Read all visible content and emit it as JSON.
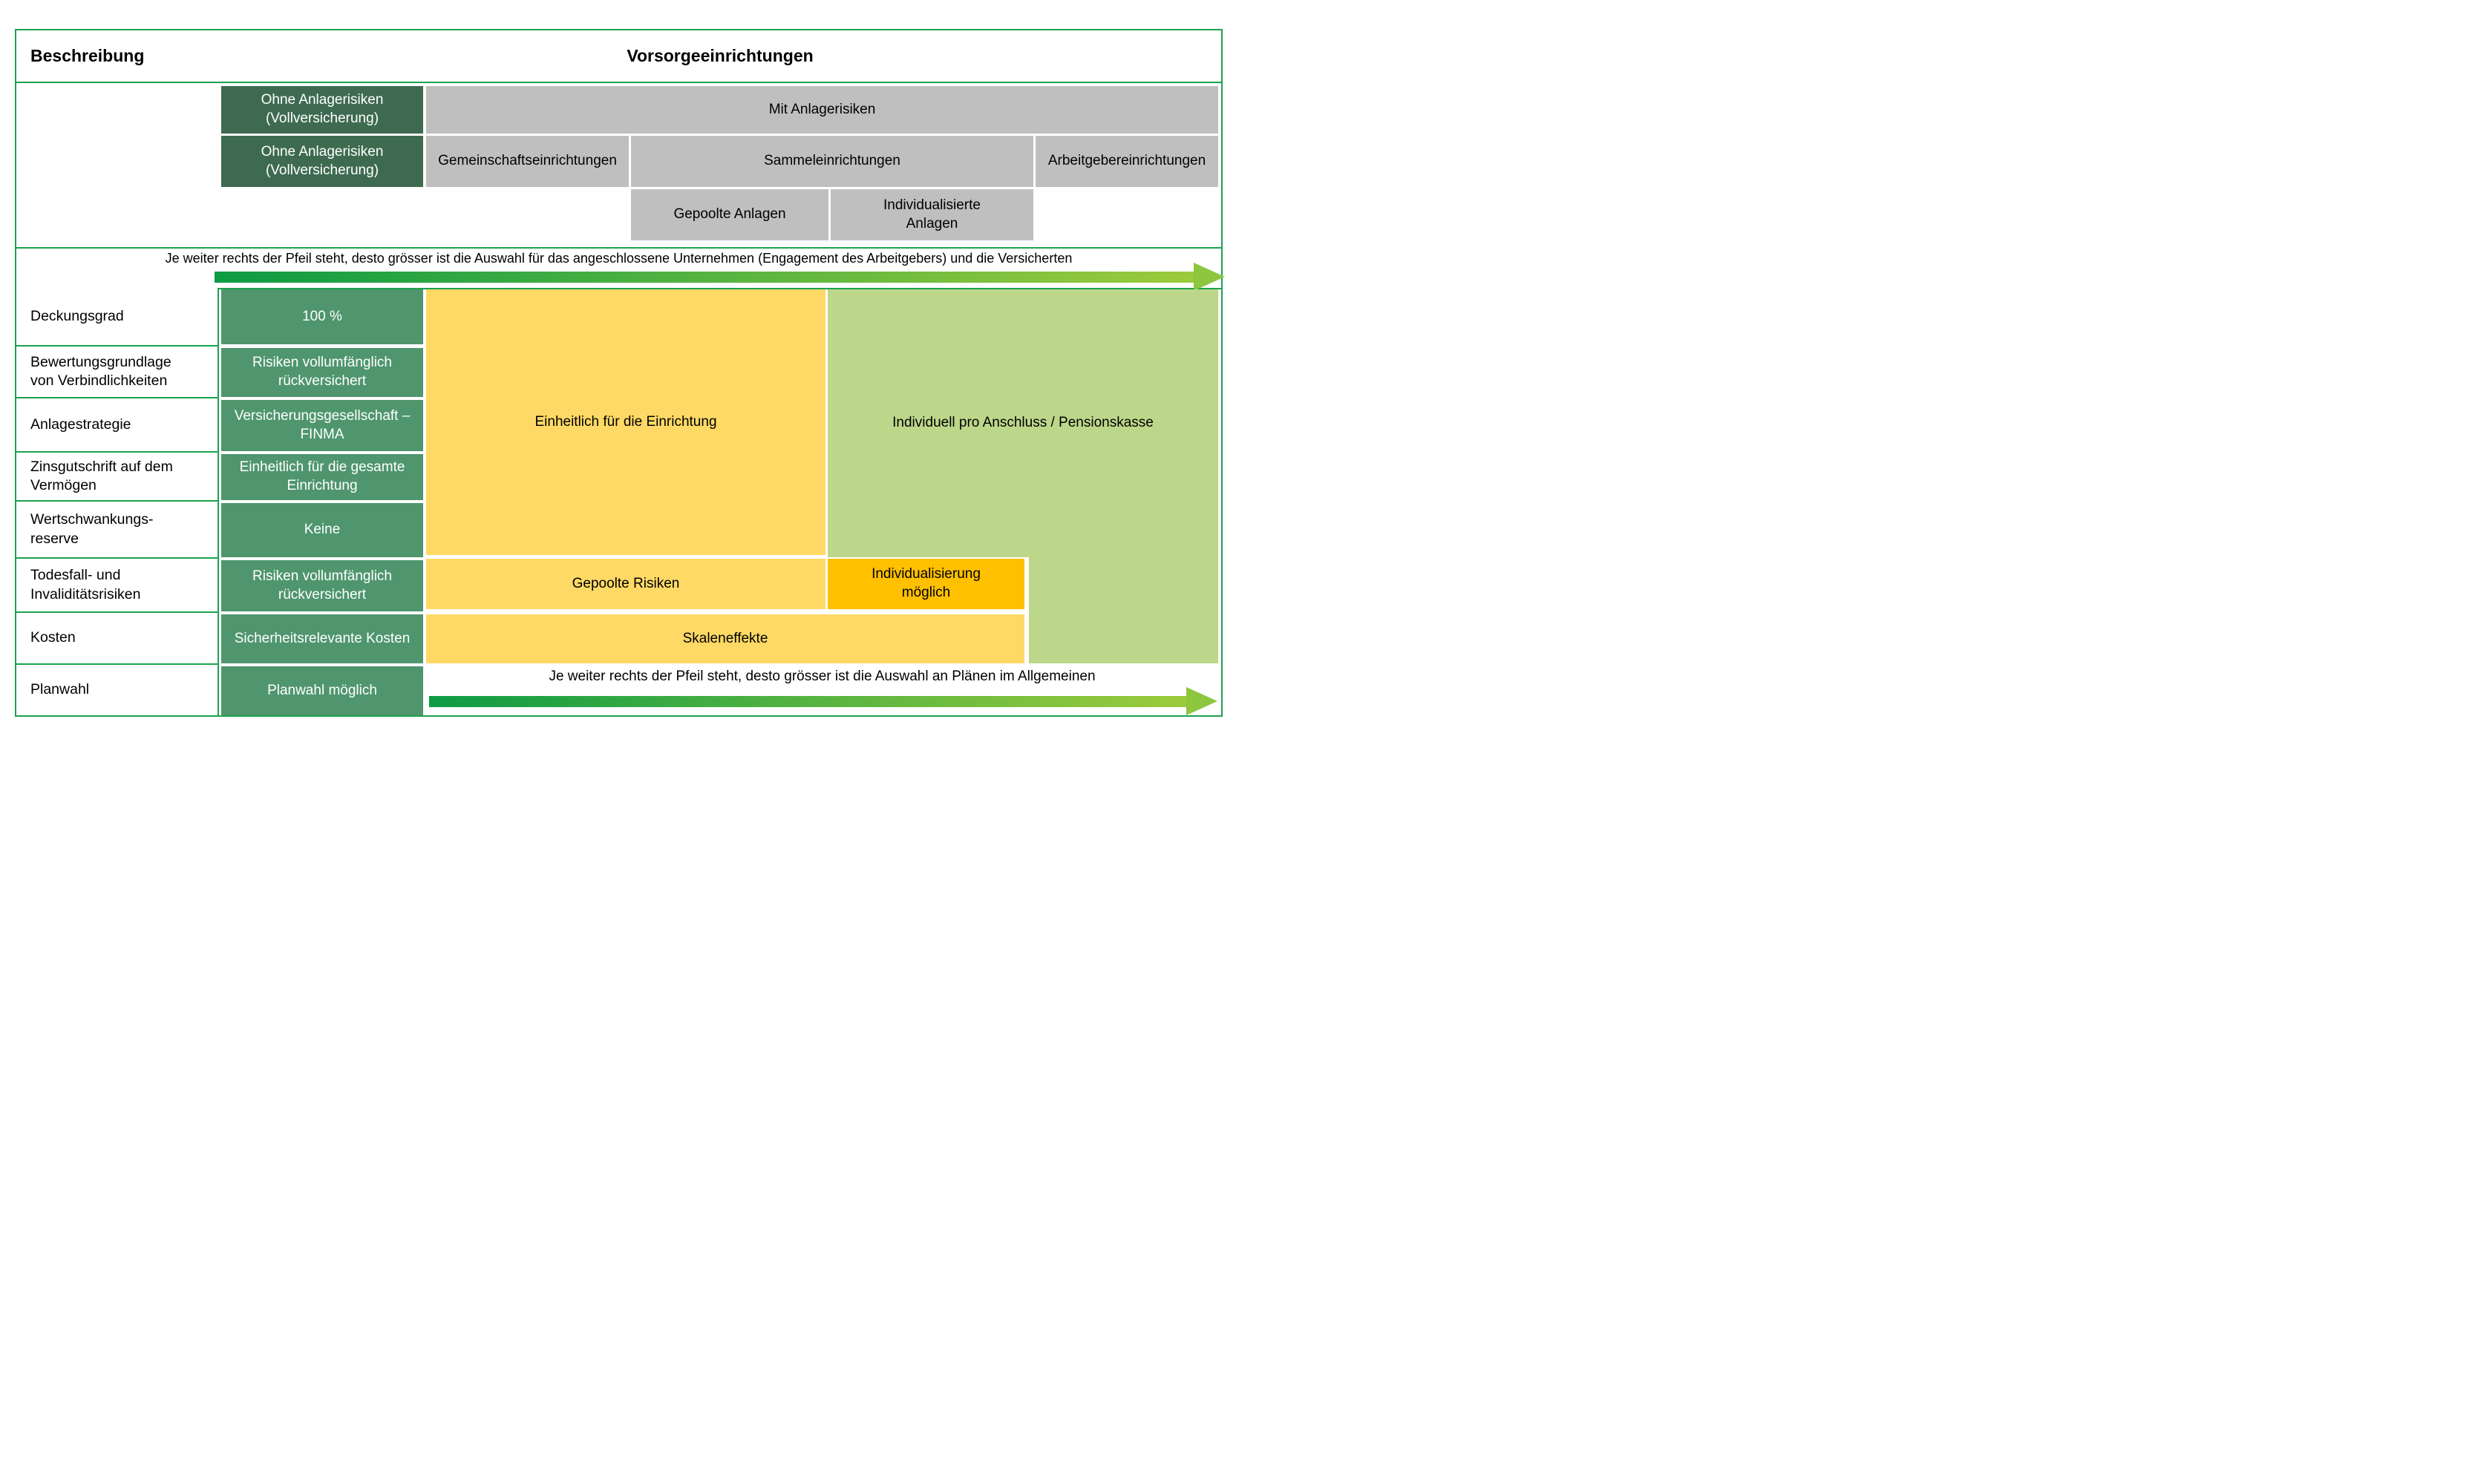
{
  "header": {
    "left": "Beschreibung",
    "right": "Vorsorgeeinrichtungen"
  },
  "top_blocks": {
    "ohne_1": "Ohne Anlagerisiken (Vollversicherung)",
    "ohne_2": "Ohne Anlagerisiken (Vollversicherung)",
    "mit": "Mit Anlagerisiken",
    "gemeinschaft": "Gemeinschaftseinrichtungen",
    "sammel": "Sammeleinrichtungen",
    "arbeitgeber": "Arbeitgebereinrichtungen",
    "gepoolte_anlagen": "Gepoolte Anlagen",
    "individualisierte_anlagen": "Individualisierte Anlagen"
  },
  "top_arrow": {
    "text": "Je weiter rechts der Pfeil steht, desto grösser ist die Auswahl für das angeschlossene Unternehmen (Engagement des Arbeitgebers) und die Versicherten"
  },
  "rows": [
    {
      "label": "Deckungsgrad",
      "value": "100 %"
    },
    {
      "label": "Bewertungsgrundlage von Verbindlichkeiten",
      "value": "Risiken vollumfänglich rückversichert"
    },
    {
      "label": "Anlagestrategie",
      "value": "Versicherungsgesellschaft – FINMA"
    },
    {
      "label": "Zinsgutschrift auf dem Vermögen",
      "value": "Einheitlich für die gesamte Einrichtung"
    },
    {
      "label": "Wertschwankungs-reserve",
      "value": "Keine"
    },
    {
      "label": "Todesfall- und Invaliditätsrisiken",
      "value": "Risiken vollumfänglich rückversichert"
    },
    {
      "label": "Kosten",
      "value": "Sicherheitsrelevante Kosten"
    },
    {
      "label": "Planwahl",
      "value": "Planwahl möglich"
    }
  ],
  "matrix": {
    "einheitlich": "Einheitlich für die Einrichtung",
    "individuell": "Individuell pro Anschluss / Pensionskasse",
    "gepoolte_risiken": "Gepoolte Risiken",
    "individualisierung": "Individualisierung möglich",
    "skaleneffekte": "Skaleneffekte"
  },
  "bottom_arrow": {
    "text": "Je weiter rechts der Pfeil steht, desto grösser ist die Auswahl an Plänen im Allgemeinen"
  },
  "colors": {
    "border_green": "#1BA24E",
    "dark_green": "#3E6B50",
    "cell_green": "#4F966E",
    "gray": "#BFBFBF",
    "yellow": "#FFD965",
    "orange": "#FFC000",
    "light_green": "#BDD78A",
    "arrow_start": "#0D9B44",
    "arrow_end": "#9CCB3C",
    "arrow_head": "#8DC63F"
  }
}
